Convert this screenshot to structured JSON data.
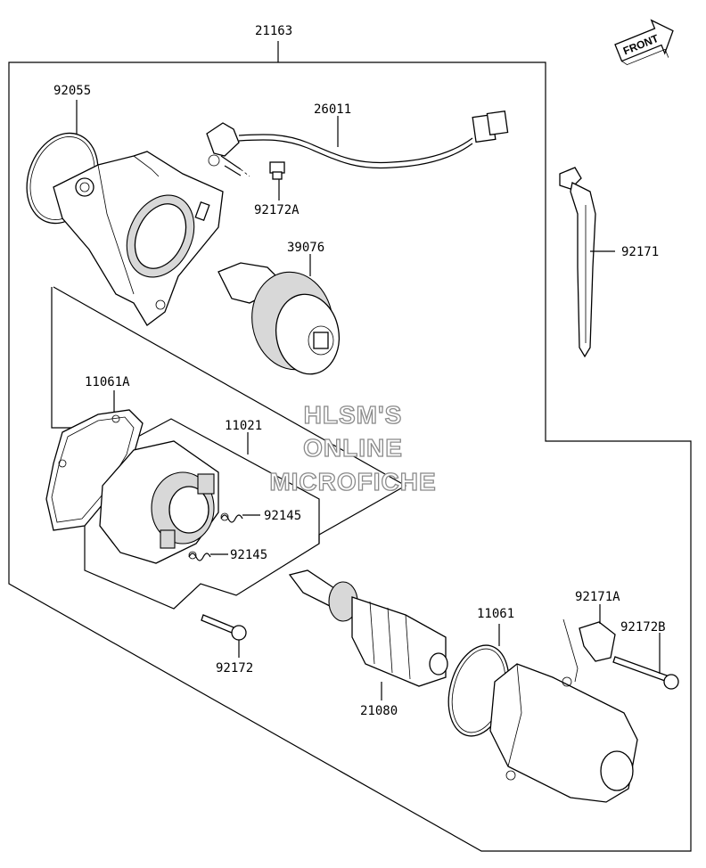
{
  "labels": {
    "assembly": "21163",
    "o_ring": "92055",
    "lead": "26011",
    "bolt_a": "92172A",
    "clutch": "39076",
    "clamp": "92171",
    "gasket_a": "11061A",
    "holder": "11021",
    "spring_1": "92145",
    "spring_2": "92145",
    "bolt": "92172",
    "armature": "21080",
    "gasket": "11061",
    "clamp_a": "92171A",
    "bolt_b": "92172B"
  },
  "front_arrow": "FRONT",
  "watermark": [
    "HLSM'S",
    "ONLINE",
    "MICROFICHE"
  ]
}
